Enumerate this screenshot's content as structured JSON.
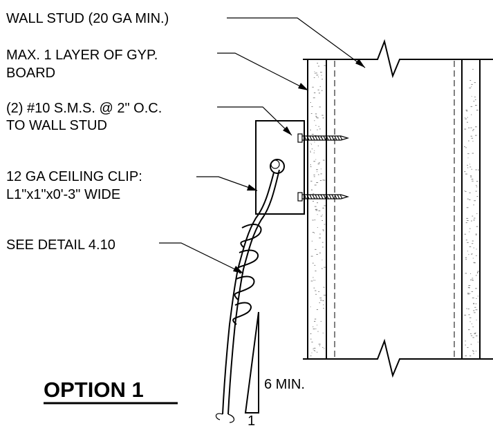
{
  "labels": {
    "wall_stud": "WALL STUD (20 GA MIN.)",
    "gyp_board_line1": "MAX. 1 LAYER OF GYP.",
    "gyp_board_line2": "BOARD",
    "screws_line1": "(2) #10 S.M.S. @ 2\" O.C.",
    "screws_line2": "TO WALL STUD",
    "clip_line1": "12 GA CEILING CLIP:",
    "clip_line2": "L1\"x1\"x0'-3\" WIDE",
    "see_detail": "SEE DETAIL 4.10"
  },
  "slope": {
    "rise": "6 MIN.",
    "run": "1"
  },
  "title": "OPTION 1"
}
